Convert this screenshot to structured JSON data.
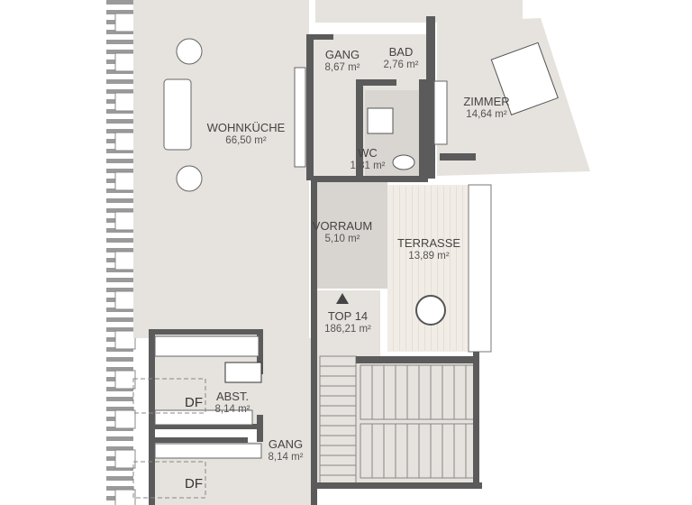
{
  "rooms": [
    {
      "name": "WOHNKÜCHE",
      "area": "66,50 m²"
    },
    {
      "name": "GANG",
      "area": "8,67 m²"
    },
    {
      "name": "BAD",
      "area": "2,76 m²"
    },
    {
      "name": "ZIMMER",
      "area": "14,64 m²"
    },
    {
      "name": "WC",
      "area": "1,81 m²"
    },
    {
      "name": "VORRAUM",
      "area": "5,10 m²"
    },
    {
      "name": "TERRASSE",
      "area": "13,89 m²"
    },
    {
      "name": "TOP 14",
      "area": "186,21 m²"
    },
    {
      "name": "ABST.",
      "area": "8,14 m²"
    },
    {
      "name": "GANG",
      "area": "8,14 m²"
    }
  ],
  "markers": {
    "df1": "DF",
    "df2": "DF"
  },
  "colors": {
    "floor": "#e6e2dd",
    "wall": "#5b5b5b",
    "terrace": "#f1ede6",
    "window": "#9a9a9a"
  }
}
